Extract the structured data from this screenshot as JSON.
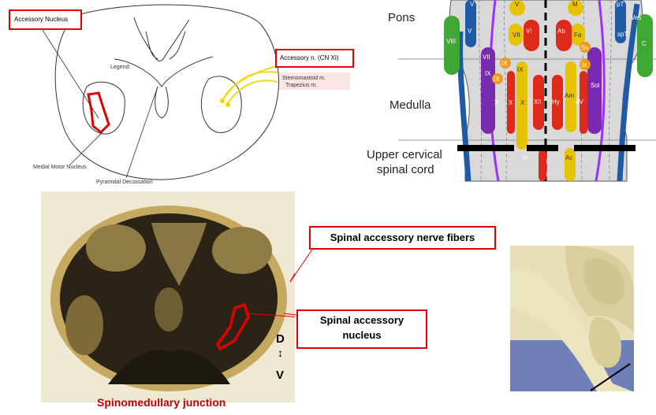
{
  "top_left": {
    "accessory_nucleus": "Accessory Nucleus",
    "legend": "Legend:",
    "accessory_n": "Accessory n. (CN XI)",
    "sternomastoid": "Sternomastoid m.",
    "trapezius": "Trapezius m.",
    "medial_motor_nucleus": "Medial Motor Nucleus",
    "pyramidal_decussation": "Pyramidal Decussation"
  },
  "brainstem": {
    "pons": "Pons",
    "medulla": "Medulla",
    "upper_cervical_1": "Upper cervical",
    "upper_cervical_2": "spinal cord",
    "nuclei": [
      "V",
      "V",
      "M",
      "pT",
      "Ves",
      "VIII",
      "V",
      "VII",
      "VI",
      "Ab",
      "Fa",
      "spT",
      "C",
      "VII",
      "IX",
      "Ss",
      "IX",
      "Is",
      "IX",
      "X",
      "X",
      "IX",
      "XII",
      "Hy",
      "Am",
      "dV",
      "Sol",
      "X",
      "XI",
      "Ac"
    ]
  },
  "section": {
    "nerve_fibers": "Spinal accessory nerve fibers",
    "nucleus_1": "Spinal accessory",
    "nucleus_2": "nucleus",
    "d": "D",
    "v": "V",
    "caption": "Spinomedullary junction"
  },
  "colors": {
    "red_label": "#e00000",
    "caption": "#c00000",
    "purple_tract": "#9b30ff",
    "medulla_fill": "#d9d9d9"
  }
}
